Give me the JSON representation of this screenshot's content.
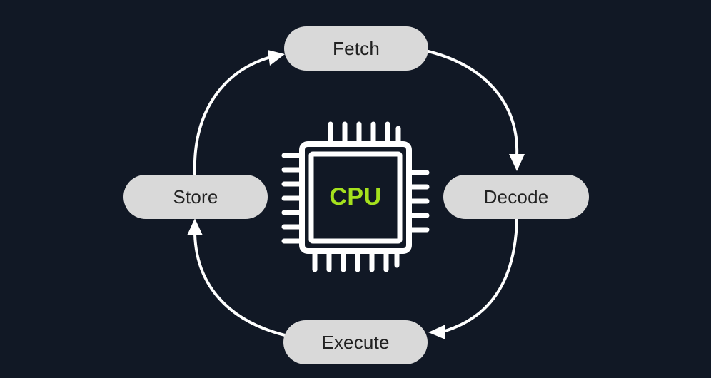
{
  "cycle": {
    "steps": [
      {
        "id": "fetch",
        "label": "Fetch"
      },
      {
        "id": "decode",
        "label": "Decode"
      },
      {
        "id": "execute",
        "label": "Execute"
      },
      {
        "id": "store",
        "label": "Store"
      }
    ]
  },
  "chip": {
    "label": "CPU"
  },
  "colors": {
    "background": "#111825",
    "pill": "#d9d9d9",
    "pill_text": "#222222",
    "arrows": "#ffffff",
    "chip_outline": "#ffffff",
    "cpu_label": "#a5e11d"
  },
  "icons": {
    "chip": "cpu-chip-icon",
    "arrowhead": "arrowhead-icon"
  }
}
